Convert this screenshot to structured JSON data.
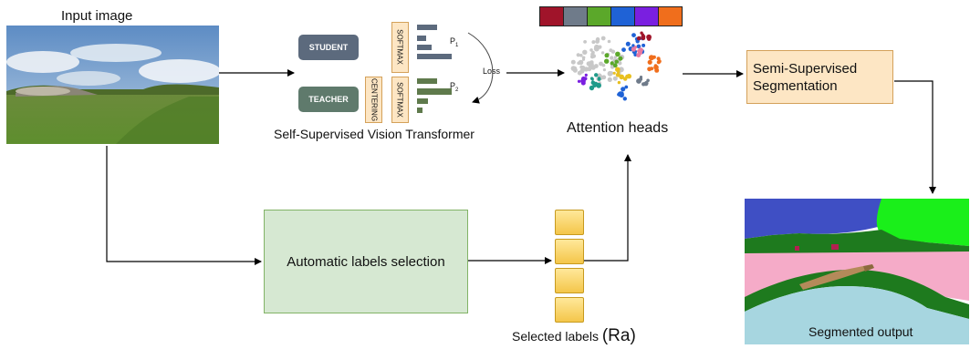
{
  "input": {
    "title": "Input image"
  },
  "transformer": {
    "caption": "Self-Supervised Vision Transformer",
    "student": "STUDENT",
    "teacher": "TEACHER",
    "softmax_top": "SOFTMAX",
    "softmax_bottom": "SOFTMAX",
    "centering": "CENTERING",
    "p1": "P",
    "p1_sub": "1",
    "p2": "P",
    "p2_sub": "2",
    "loss": "Loss"
  },
  "attention": {
    "caption": "Attention heads",
    "palette": [
      "#a0142a",
      "#6f7b8a",
      "#5ba82a",
      "#1f62d6",
      "#7a1fe0",
      "#f06e1c"
    ]
  },
  "semi": {
    "label": "Semi-Supervised Segmentation"
  },
  "auto": {
    "label": "Automatic labels selection"
  },
  "selected": {
    "caption": "Selected labels",
    "suffix": "(Ra)"
  },
  "output": {
    "caption": "Segmented output"
  }
}
